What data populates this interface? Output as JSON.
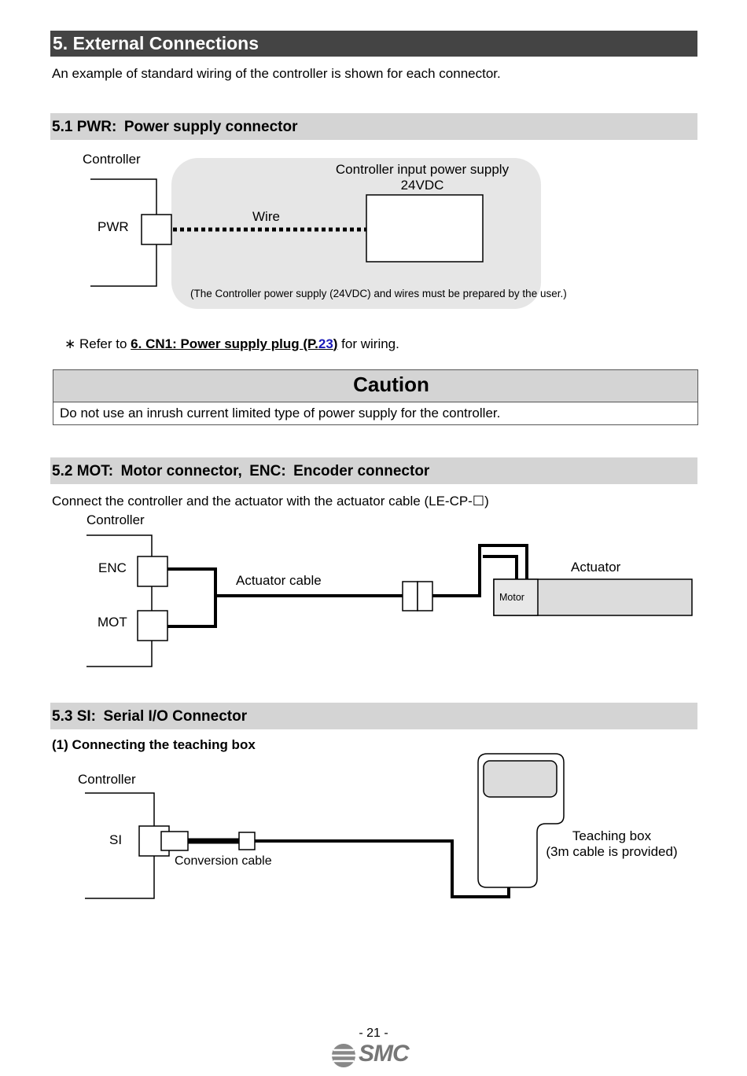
{
  "section5": {
    "title": "5. External Connections",
    "intro": "An example of standard wiring of the controller is shown for each connector."
  },
  "section51": {
    "title": "5.1 PWR: Power supply connector",
    "diagram": {
      "controller_label": "Controller",
      "pwr_label": "PWR",
      "wire_label": "Wire",
      "supply_label_line1": "Controller input power supply",
      "supply_label_line2": "24VDC",
      "note": "(The Controller power supply (24VDC) and wires must be prepared by the user.)"
    },
    "refer": {
      "prefix": "∗ Refer to ",
      "link_text": "6. CN1: Power supply plug (P.",
      "link_page": "23",
      "link_close": ")",
      "suffix": " for wiring."
    },
    "caution": {
      "icon": "warning-triangle-icon",
      "title": "Caution",
      "text": "Do not use an inrush current limited type of power supply for the controller."
    }
  },
  "section52": {
    "title": "5.2 MOT: Motor connector, ENC: Encoder connector",
    "intro": "Connect the controller and the actuator with the actuator cable (LE-CP-☐)",
    "diagram": {
      "controller_label": "Controller",
      "enc_label": "ENC",
      "mot_label": "MOT",
      "cable_label": "Actuator cable",
      "actuator_label": "Actuator",
      "motor_label": "Motor"
    }
  },
  "section53": {
    "title": "5.3 SI: Serial I/O Connector",
    "subtitle": "(1) Connecting the teaching box",
    "diagram": {
      "controller_label": "Controller",
      "si_label": "SI",
      "conversion_label": "Conversion cable",
      "teaching_line1": "Teaching box",
      "teaching_line2": "(3m cable is provided)"
    }
  },
  "footer": {
    "page_number": "- 21 -",
    "logo_text": "SMC",
    "logo_icon": "smc-logo-icon"
  },
  "colors": {
    "header_dark": "#444444",
    "header_light": "#d4d4d4",
    "link_blue": "#1a1ab8"
  }
}
